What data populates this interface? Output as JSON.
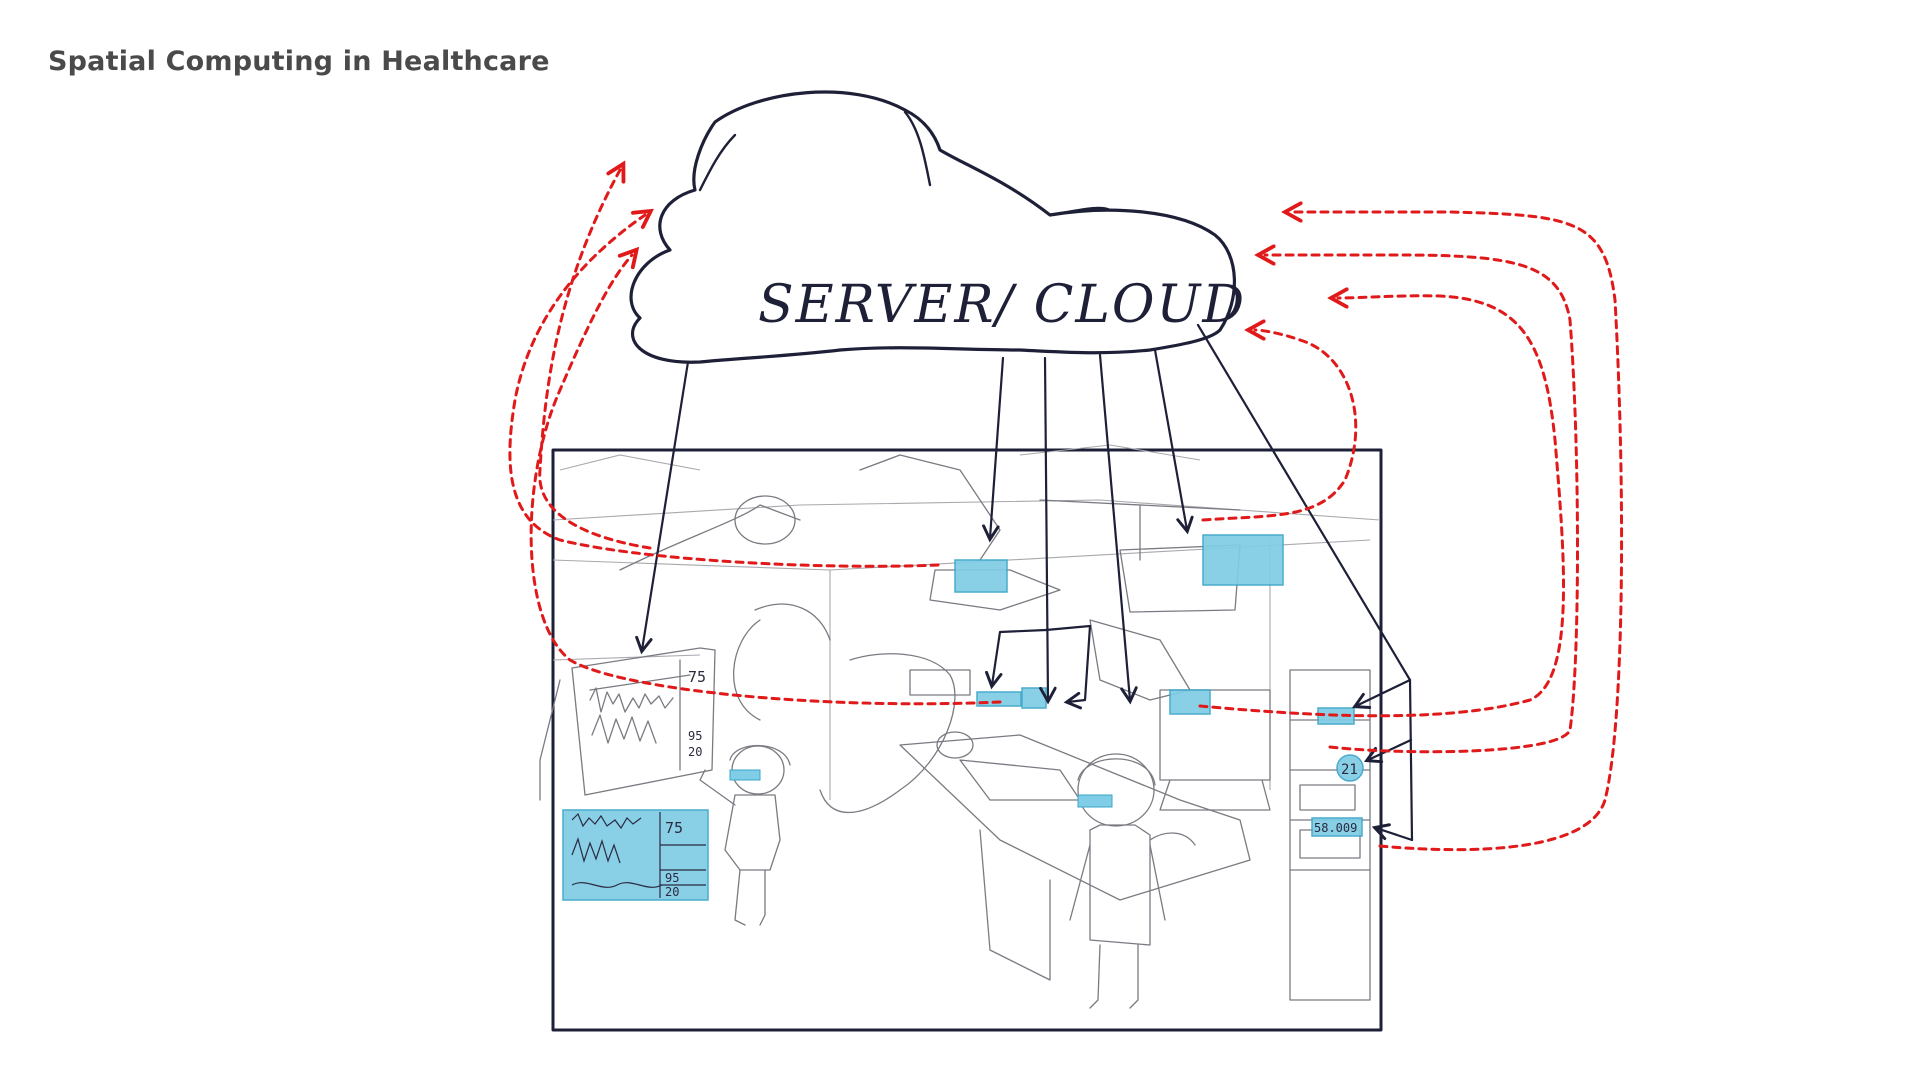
{
  "title": "Spatial Computing in Healthcare",
  "diagram": {
    "cloud_label": "SERVER/ CLOUD",
    "large_monitor": {
      "values": [
        "75",
        "95",
        "20"
      ]
    },
    "overlay_panel": {
      "values": [
        "75",
        "95",
        "20"
      ]
    },
    "device_readouts": {
      "timer": "21",
      "counter": "58.009"
    }
  },
  "colors": {
    "ink": "#1e2038",
    "arrow_red": "#e01a1a",
    "overlay_blue": "#7fcde6",
    "title_gray": "#4a4a4a"
  }
}
